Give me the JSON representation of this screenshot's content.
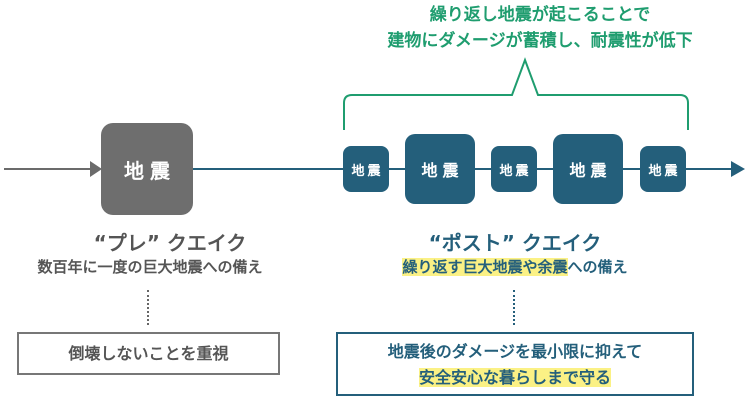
{
  "colors": {
    "pre_gray": "#6e6e6e",
    "post_blue": "#245f7b",
    "annotation_green": "#1f9d6f",
    "highlight_yellow": "#fbf185"
  },
  "timeline": {
    "pre_event_label": "地震",
    "post_event_labels": [
      "地震",
      "地震",
      "地震",
      "地震",
      "地震"
    ]
  },
  "annotation": {
    "line1": "繰り返し地震が起こることで",
    "line2": "建物にダメージが蓄積し、耐震性が低下"
  },
  "pre_quake": {
    "title": "“プレ” クエイク",
    "subtitle": "数百年に一度の巨大地震への備え",
    "focus": "倒壊しないことを重視"
  },
  "post_quake": {
    "title": "“ポスト” クエイク",
    "subtitle_highlight": "繰り返す巨大地震や余震",
    "subtitle_rest": "への備え",
    "focus_line1": "地震後のダメージを最小限に抑えて",
    "focus_line2_highlight": "安全安心な暮らしまで守る"
  }
}
